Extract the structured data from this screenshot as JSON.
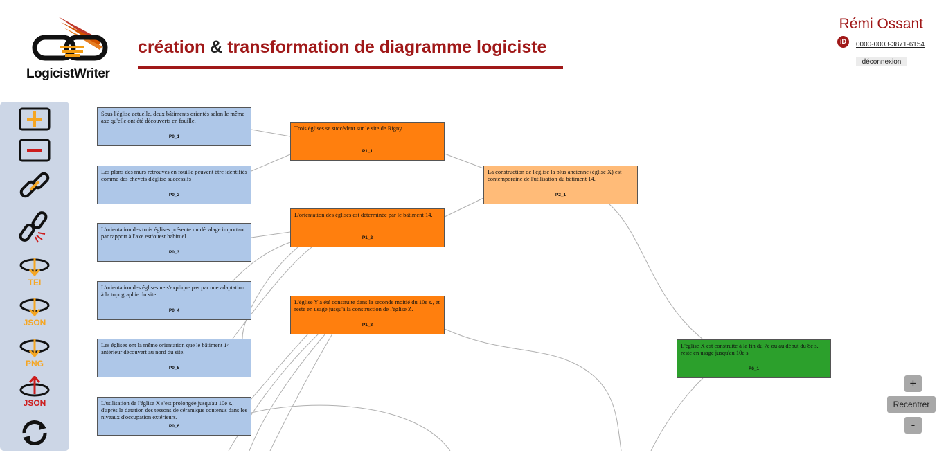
{
  "header": {
    "logo_text": "LogicistWriter",
    "title_part1": "création",
    "title_amp": "&",
    "title_part2": "transformation de diagramme logiciste"
  },
  "user": {
    "name": "Rémi Ossant",
    "orcid_icon": "iD",
    "orcid_id": "0000-0003-3871-6154",
    "logout_label": "déconnexion"
  },
  "toolbar": {
    "tools": [
      {
        "icon": "add-node-icon"
      },
      {
        "icon": "remove-node-icon"
      },
      {
        "icon": "link-icon"
      },
      {
        "icon": "unlink-icon"
      },
      {
        "icon": "export-icon",
        "label": "TEI"
      },
      {
        "icon": "export-icon",
        "label": "JSON"
      },
      {
        "icon": "export-icon",
        "label": "PNG"
      },
      {
        "icon": "import-icon",
        "label": "JSON"
      },
      {
        "icon": "refresh-icon"
      }
    ],
    "colors": {
      "add": "#f5a623",
      "remove": "#cc1d1d",
      "export": "#f5a623",
      "import": "#cc1d1d"
    }
  },
  "diagram": {
    "nodes": [
      {
        "id": "P0_1",
        "text": "Sous l'église actuelle, deux bâtiments orientés selon le même axe qu'elle ont été découverts en fouille.",
        "color": "#aec7e8"
      },
      {
        "id": "P0_2",
        "text": "Les plans des murs retrouvés en fouille peuvent être identifiés comme des chevets d'église successifs",
        "color": "#aec7e8"
      },
      {
        "id": "P0_3",
        "text": "L'orientation des trois églises présente un décalage important par rapport à l'axe est/ouest habituel.",
        "color": "#aec7e8"
      },
      {
        "id": "P0_4",
        "text": "L'orientation des églises ne s'explique pas par une adaptation à la topographie du site.",
        "color": "#aec7e8"
      },
      {
        "id": "P0_5",
        "text": "Les églises ont la même orientation que le bâtiment 14 antérieur découvert au nord du site.",
        "color": "#aec7e8"
      },
      {
        "id": "P0_6",
        "text": "L'utilisation de l'église X s'est prolongée jusqu'au 10e s., d'après la datation des tessons de céramique contenus dans les niveaux d'occupation extérieurs.",
        "color": "#aec7e8"
      },
      {
        "id": "P1_1",
        "text": "Trois églises se succèdent sur le site de Rigny.",
        "color": "#ff7f0e"
      },
      {
        "id": "P1_2",
        "text": "L'orientation des églises est déterminée par le bâtiment 14.",
        "color": "#ff7f0e"
      },
      {
        "id": "P1_3",
        "text": "L'église Y a été construite dans la seconde moitié du 10e s., et reste en usage jusqu'à la construction de l'église Z.",
        "color": "#ff7f0e"
      },
      {
        "id": "P2_1",
        "text": "La construction de l'église la plus ancienne (église X) est contemporaine de l'utilisation du bâtiment 14.",
        "color": "#ffbb78"
      },
      {
        "id": "P6_1",
        "text": "L'église X est construite à la fin du 7e ou au début du 8e s. reste en usage jusqu'au 10e s",
        "color": "#2ca02c"
      }
    ]
  },
  "zoom": {
    "in_label": "+",
    "recenter_label": "Recentrer",
    "out_label": "-"
  }
}
